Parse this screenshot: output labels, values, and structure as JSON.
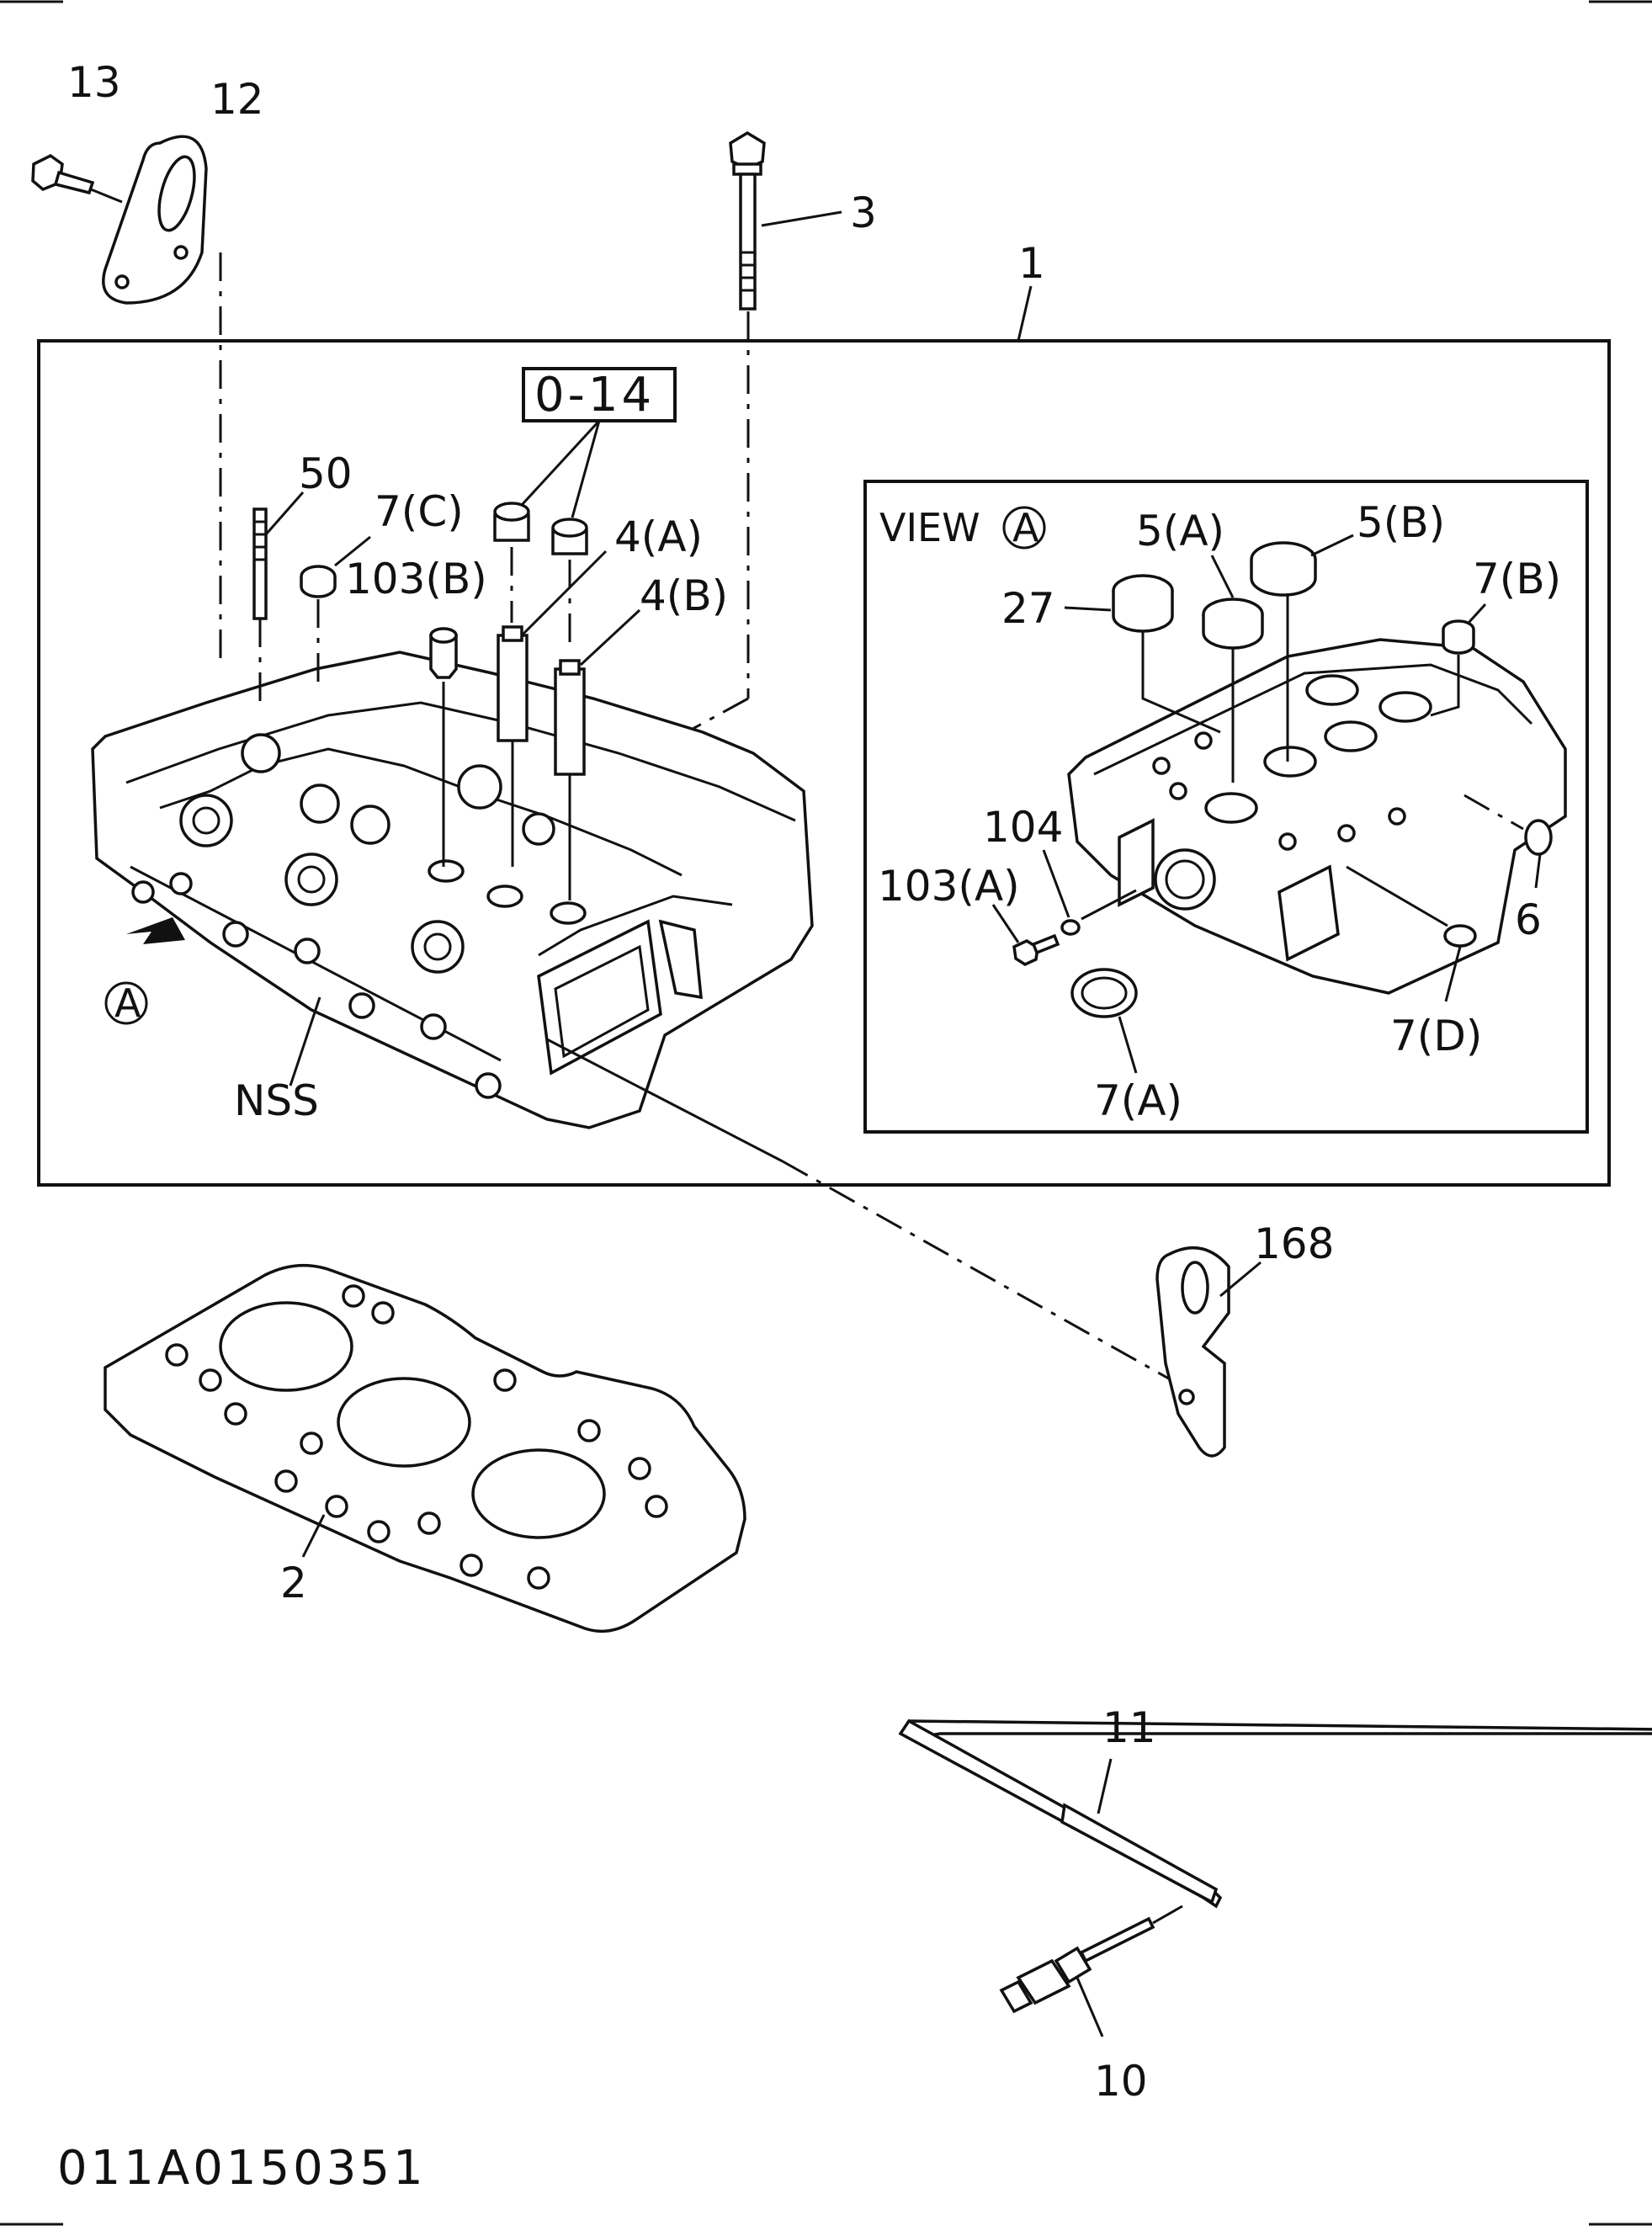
{
  "labels": {
    "p13": "13",
    "p12": "12",
    "p3": "3",
    "p1": "1",
    "p50": "50",
    "p7c": "7(C)",
    "p103b": "103(B)",
    "p014": "0-14",
    "p4a": "4(A)",
    "p4b": "4(B)",
    "pA_marker": "A",
    "pNSS": "NSS",
    "view_a": "VIEW",
    "view_a_letter": "A",
    "p5a": "5(A)",
    "p5b": "5(B)",
    "p27": "27",
    "p7b": "7(B)",
    "p104": "104",
    "p103a": "103(A)",
    "p6": "6",
    "p7d": "7(D)",
    "p7a": "7(A)",
    "p168": "168",
    "p2": "2",
    "p11": "11",
    "p10": "10"
  },
  "figure_code": "011A0150351"
}
